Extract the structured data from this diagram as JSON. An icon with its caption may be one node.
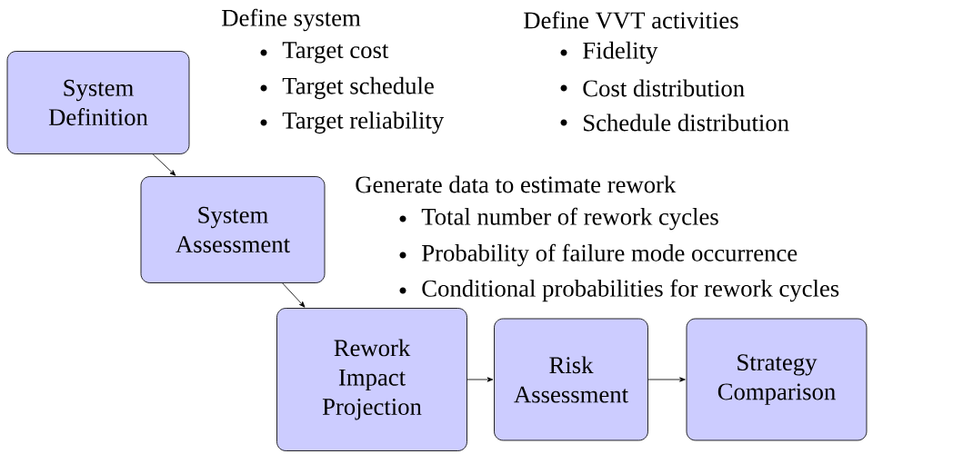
{
  "diagram": {
    "nodes": [
      {
        "text": [
          "System Definition"
        ]
      },
      {
        "text": [
          "System Assessment"
        ]
      },
      {
        "text": [
          "Rework Impact Projection"
        ]
      },
      {
        "text": [
          "Risk Assessment"
        ]
      },
      {
        "text": [
          "Strategy Comparison"
        ]
      }
    ],
    "edges": [
      {
        "from": 0,
        "to": 1,
        "arrow": "to"
      },
      {
        "from": 1,
        "to": 2,
        "arrow": "to"
      },
      {
        "from": 2,
        "to": 3,
        "arrow": "to"
      },
      {
        "from": 3,
        "to": 4,
        "arrow": "to"
      }
    ],
    "labels": [
      "Define system",
      "Target cost",
      "Target schedule",
      "Target reliability",
      "Define VVT activities",
      "Fidelity",
      "Cost distribution",
      "Schedule distribution",
      "Generate data to estimate rework",
      "Total number of rework cycles",
      "Probability of failure mode occurrence",
      "Conditional probabilities for rework cycles"
    ]
  }
}
